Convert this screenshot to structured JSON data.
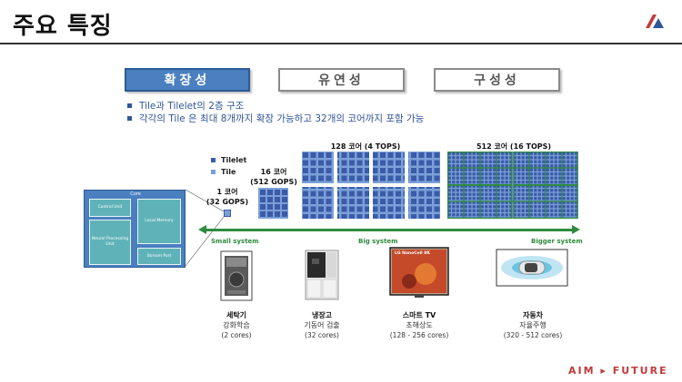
{
  "header": {
    "title": "주요 특징"
  },
  "tabs": [
    {
      "label": "확장성",
      "active": true
    },
    {
      "label": "유연성",
      "active": false
    },
    {
      "label": "구성성",
      "active": false
    }
  ],
  "bullets": [
    "Tile과 Tilelet의 2층 구조",
    "각각의 Tile 은 최대 8개까지 확장 가능하고 32개의 코어까지 포함 가능"
  ],
  "legend": {
    "tilelet": "Tilelet",
    "tile": "Tile"
  },
  "core_diagram": {
    "title": "Core",
    "control_unit": "Control Unit",
    "npu": "Neural Processing Unit",
    "local_memory": "Local Memory",
    "stream_port": "Stream Port"
  },
  "scales": {
    "one_core_line1": "1 코어",
    "one_core_line2": "(32 GOPS)",
    "sixteen_line1": "16 코어",
    "sixteen_line2": "(512 GOPS)",
    "c128": "128 코어 (4 TOPS)",
    "c512": "512 코어 (16 TOPS)"
  },
  "axis": {
    "small": "Small system",
    "big": "Big system",
    "bigger": "Bigger system"
  },
  "devices": [
    {
      "name": "세탁기",
      "sub": "강화학습",
      "cores": "(2 cores)"
    },
    {
      "name": "냉장고",
      "sub": "기동어 검출",
      "cores": "(32 cores)"
    },
    {
      "name": "스마트 TV",
      "sub": "초해상도",
      "cores": "(128 - 256 cores)",
      "tv_text": "LG NanoCell 8K"
    },
    {
      "name": "자동차",
      "sub": "자율주행",
      "cores": "(320 - 512 cores)"
    }
  ],
  "footer": {
    "brand": "AIM ▸ FUTURE"
  },
  "colors": {
    "accent": "#4a7fc0",
    "tile": "#3b5ba8",
    "tilelet": "#7aa0d8",
    "green": "#2e8b3f",
    "brand": "#c23a3a"
  }
}
